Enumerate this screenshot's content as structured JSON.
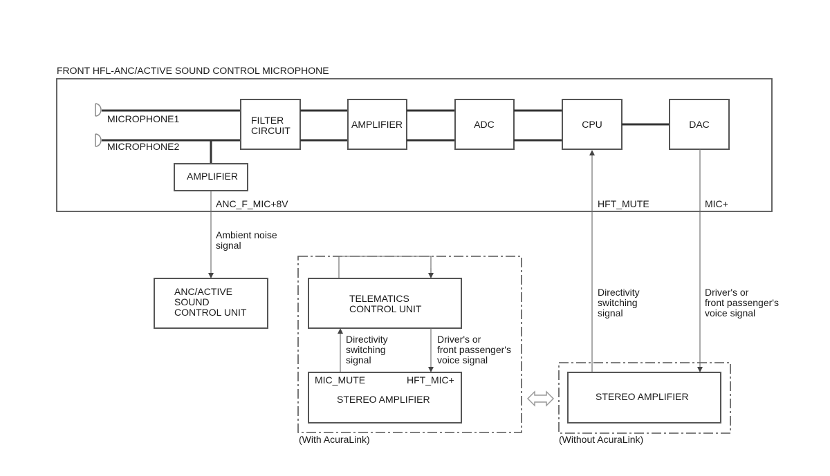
{
  "module": {
    "title": "FRONT HFL-ANC/ACTIVE SOUND CONTROL MICROPHONE",
    "microphone1": "MICROPHONE1",
    "microphone2": "MICROPHONE2",
    "filter_line1": "FILTER",
    "filter_line2": "CIRCUIT",
    "amplifier": "AMPLIFIER",
    "adc": "ADC",
    "cpu": "CPU",
    "dac": "DAC",
    "mic_amplifier": "AMPLIFIER"
  },
  "terminals": {
    "anc_power": "ANC_F_MIC+8V",
    "hft_mute": "HFT_MUTE",
    "mic_plus": "MIC+"
  },
  "signals": {
    "ambient_line1": "Ambient noise",
    "ambient_line2": "signal",
    "directivity_line1": "Directivity",
    "directivity_line2": "switching",
    "directivity_line3": "signal",
    "voice_line1": "Driver's or",
    "voice_line2": "front passenger's",
    "voice_line3": "voice signal"
  },
  "anc_unit": {
    "line1": "ANC/ACTIVE",
    "line2": "SOUND",
    "line3": "CONTROL UNIT"
  },
  "with_acuralink": {
    "tcu_line1": "TELEMATICS",
    "tcu_line2": "CONTROL UNIT",
    "mic_mute": "MIC_MUTE",
    "hft_mic": "HFT_MIC+",
    "stereo_amp": "STEREO AMPLIFIER",
    "caption": "(With AcuraLink)"
  },
  "without_acuralink": {
    "stereo_amp": "STEREO AMPLIFIER",
    "caption": "(Without AcuraLink)"
  }
}
